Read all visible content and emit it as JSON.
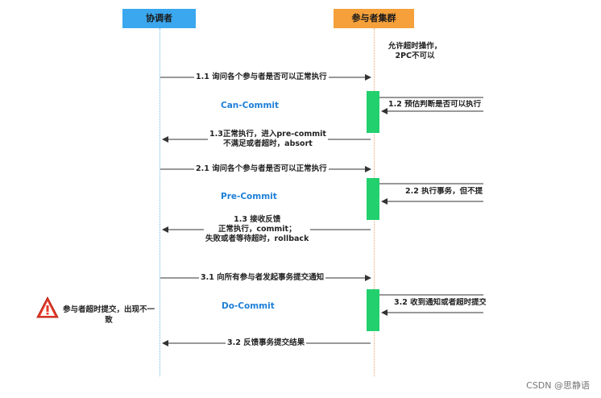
{
  "lanes": {
    "coordinator": "协调者",
    "participants": "参与者集群"
  },
  "note_top": [
    "允许超时操作，",
    "2PC不可以"
  ],
  "phases": {
    "can_commit": "Can-Commit",
    "pre_commit": "Pre-Commit",
    "do_commit": "Do-Commit"
  },
  "messages": {
    "m1_1": "1.1 询问各个参与者是否可以正常执行",
    "m1_2": "1.2 预估判断是否可以执行",
    "m1_3_line1": "1.3正常执行，进入pre-commit",
    "m1_3_line2": "不满足或者超时，absort",
    "m2_1": "2.1 询问各个参与者是否可以正常执行",
    "m2_2": "2.2 执行事务，但不提",
    "m1_3b_line1": "1.3 接收反馈",
    "m1_3b_line2": "正常执行，commit；",
    "m1_3b_line3": "失败或者等待超时，rollback",
    "m3_1": "3.1 向所有参与者发起事务提交通知",
    "m3_2": "3.2 收到通知或者超时提交",
    "m3_2b": "3.2 反馈事务提交结果"
  },
  "warning": {
    "icon": "warning-icon",
    "text": "参与者超时提交，出现不一致"
  },
  "watermark": "CSDN @思静语",
  "colors": {
    "coordinator": "#3aa7ee",
    "participants": "#f5a03a",
    "activation": "#22d06e",
    "phase": "#1d7fd8"
  }
}
